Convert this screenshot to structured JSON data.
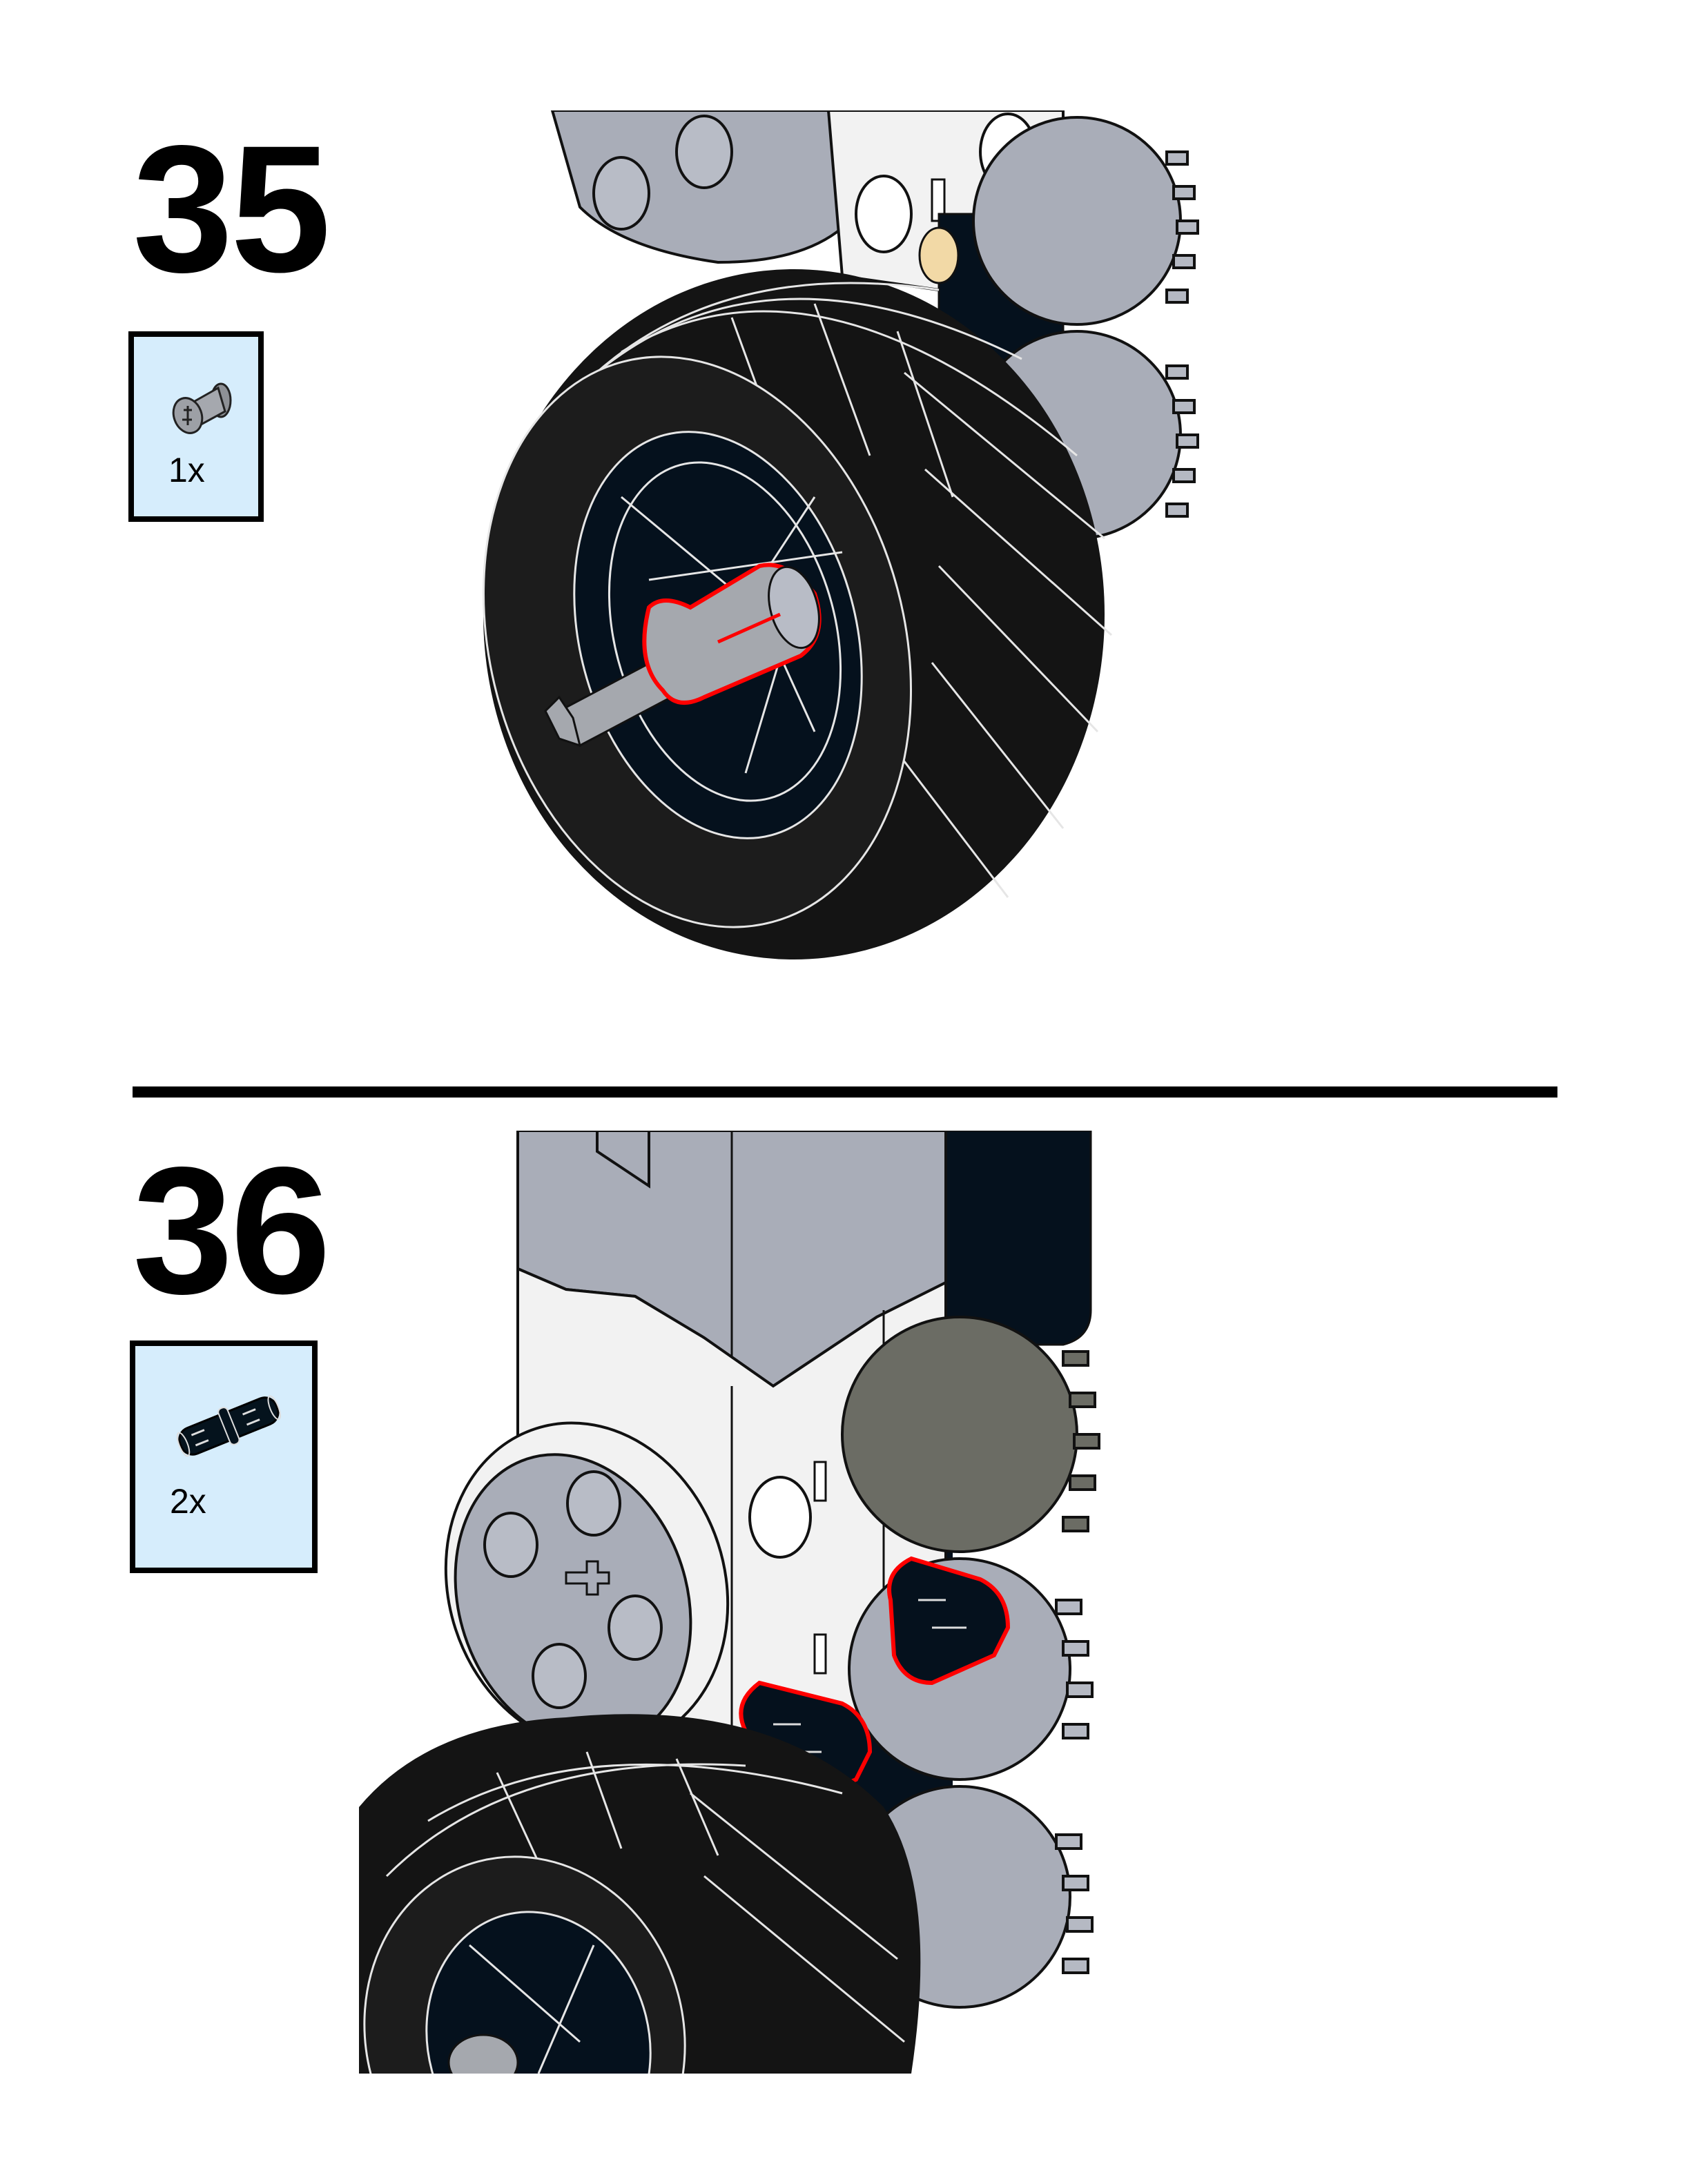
{
  "page": {
    "background": "#FFFFFF",
    "callout_background": "#D6EDFC",
    "highlight_color": "#FF0000"
  },
  "steps": [
    {
      "number": "35",
      "parts_callout": {
        "parts": [
          {
            "icon": "bush-icon",
            "color": "#A5A8AE",
            "quantity": "1x"
          }
        ]
      },
      "illustration": {
        "description": "Wheel assembly: black balloon tire on dark hub with light grey axle pin added (highlighted red), attached below white motor housing with light grey gears on right",
        "colors": {
          "tire": "#141414",
          "tire_lines": "#E6E6E6",
          "hub": "#05111D",
          "light_grey": "#A9ADB8",
          "white_part": "#F2F2F2",
          "tan_pin": "#F2D9A6"
        }
      }
    },
    {
      "number": "36",
      "parts_callout": {
        "parts": [
          {
            "icon": "connector-pin-icon",
            "color": "#05131D",
            "quantity": "2x"
          }
        ]
      },
      "illustration": {
        "description": "Two black friction pins inserted (highlighted red) into white motor housing above wheel; dark grey and light grey gears on right; black beam behind",
        "colors": {
          "motor_top": "#A9ADB8",
          "motor_body": "#F2F2F2",
          "pin": "#05111D",
          "dark_gear": "#6B6C64",
          "light_gear": "#A9ADB8",
          "tire": "#141414"
        }
      }
    }
  ]
}
